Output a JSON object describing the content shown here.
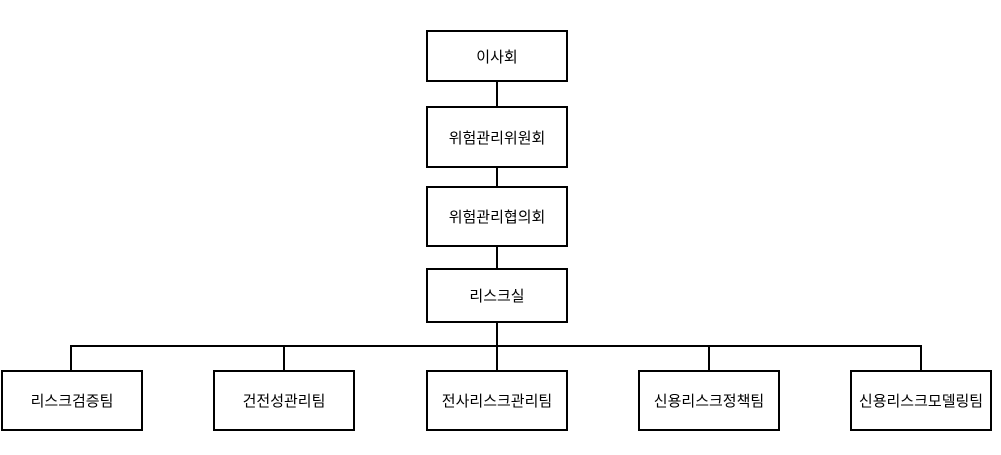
{
  "org_chart": {
    "chain": [
      {
        "id": "board",
        "label": "이사회"
      },
      {
        "id": "risk-committee",
        "label": "위험관리위원회"
      },
      {
        "id": "risk-council",
        "label": "위험관리협의회"
      },
      {
        "id": "risk-office",
        "label": "리스크실"
      }
    ],
    "teams": [
      {
        "id": "risk-verification",
        "label": "리스크검증팀"
      },
      {
        "id": "soundness",
        "label": "건전성관리팀"
      },
      {
        "id": "enterprise-risk",
        "label": "전사리스크관리팀"
      },
      {
        "id": "credit-policy",
        "label": "신용리스크정책팀"
      },
      {
        "id": "credit-modeling",
        "label": "신용리스크모델링팀"
      }
    ]
  }
}
